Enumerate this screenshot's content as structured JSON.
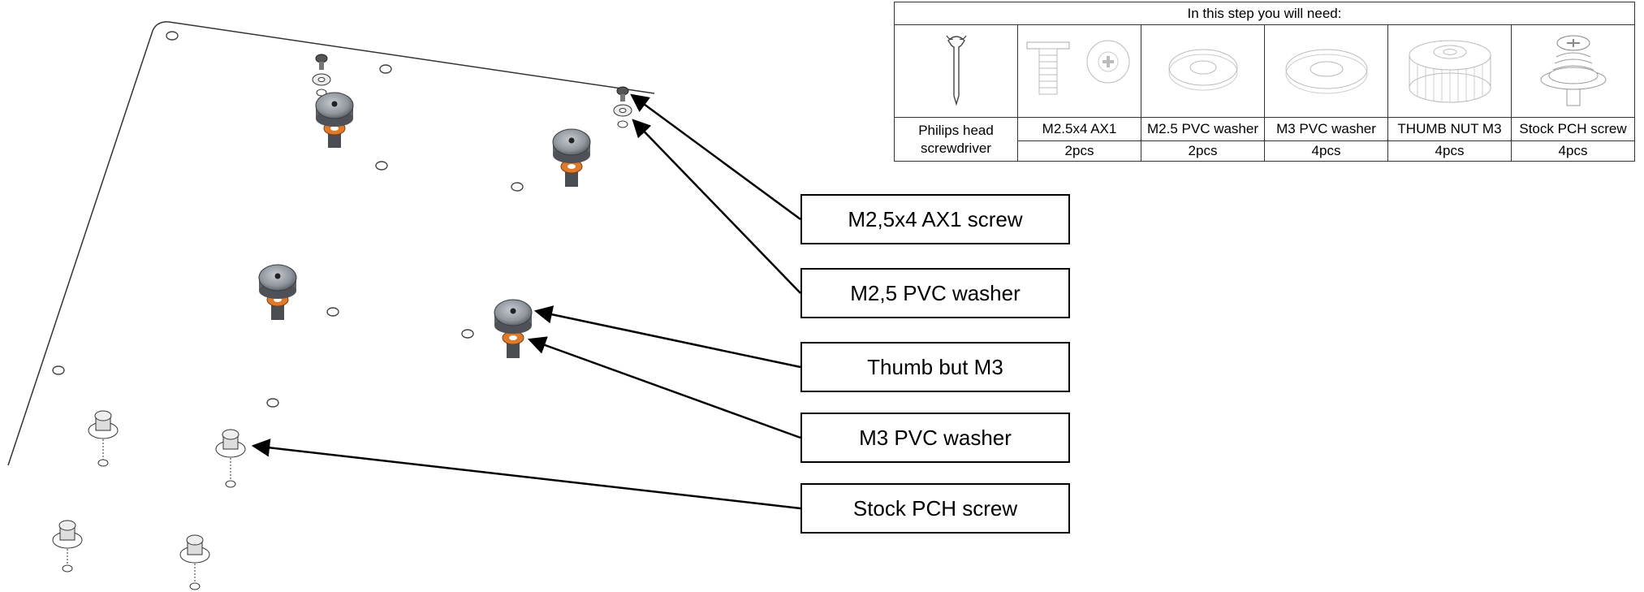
{
  "table": {
    "header": "In this step you will need:",
    "parts": [
      {
        "name_line1": "Philips head",
        "name_line2": "screwdriver",
        "qty": "",
        "icon": "screwdriver-icon"
      },
      {
        "name_line1": "M2.5x4 AX1",
        "name_line2": "",
        "qty": "2pcs",
        "icon": "m25-screw-icon"
      },
      {
        "name_line1": "M2.5 PVC washer",
        "name_line2": "",
        "qty": "2pcs",
        "icon": "m25-washer-icon"
      },
      {
        "name_line1": "M3 PVC washer",
        "name_line2": "",
        "qty": "4pcs",
        "icon": "m3-washer-icon"
      },
      {
        "name_line1": "THUMB NUT M3",
        "name_line2": "",
        "qty": "4pcs",
        "icon": "thumb-nut-icon"
      },
      {
        "name_line1": "Stock PCH screw",
        "name_line2": "",
        "qty": "4pcs",
        "icon": "pch-screw-icon"
      }
    ]
  },
  "callouts": [
    {
      "label": "M2,5x4 AX1 screw"
    },
    {
      "label": "M2,5 PVC washer"
    },
    {
      "label": "Thumb but M3"
    },
    {
      "label": "M3 PVC washer"
    },
    {
      "label": "Stock PCH screw"
    }
  ],
  "colors": {
    "washer_orange": "#e07a2a",
    "nut_gray": "#8a8f99",
    "line": "#000000"
  }
}
